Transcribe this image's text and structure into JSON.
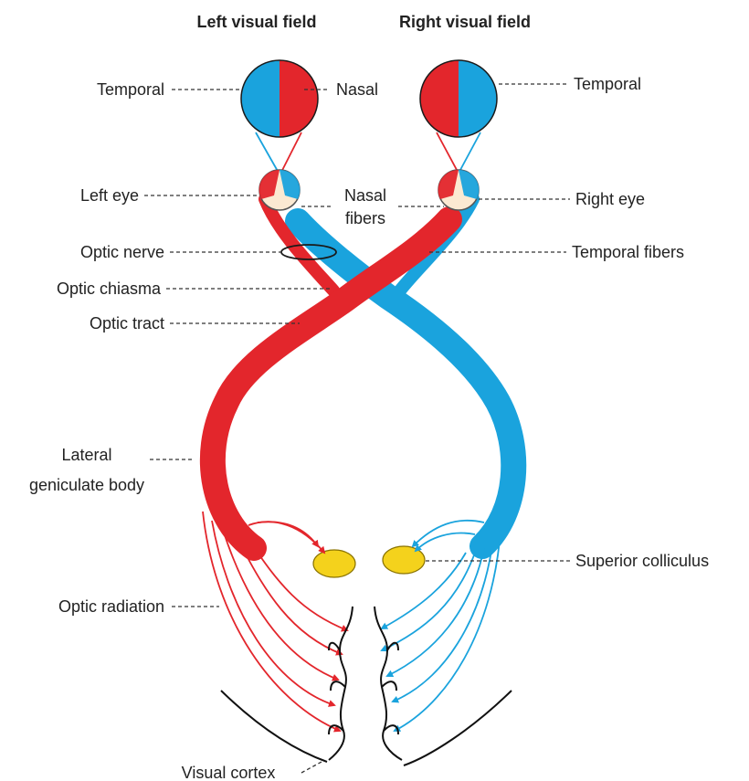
{
  "titles": {
    "left_field": "Left visual field",
    "right_field": "Right visual field"
  },
  "labels": {
    "temporal_left": "Temporal",
    "nasal": "Nasal",
    "temporal_right": "Temporal",
    "left_eye": "Left eye",
    "nasal_fibers_line1": "Nasal",
    "nasal_fibers_line2": "fibers",
    "right_eye": "Right eye",
    "optic_nerve": "Optic nerve",
    "temporal_fibers": "Temporal fibers",
    "optic_chiasma": "Optic chiasma",
    "optic_tract": "Optic tract",
    "lgb_line1": "Lateral",
    "lgb_line2": "geniculate body",
    "superior_colliculus": "Superior colliculus",
    "optic_radiation": "Optic radiation",
    "visual_cortex": "Visual cortex"
  },
  "colors": {
    "left_pathway": "#e3262c",
    "right_pathway": "#1aa3dd",
    "colliculus": "#f4d21c",
    "eyeball": "#fbe9d2"
  }
}
